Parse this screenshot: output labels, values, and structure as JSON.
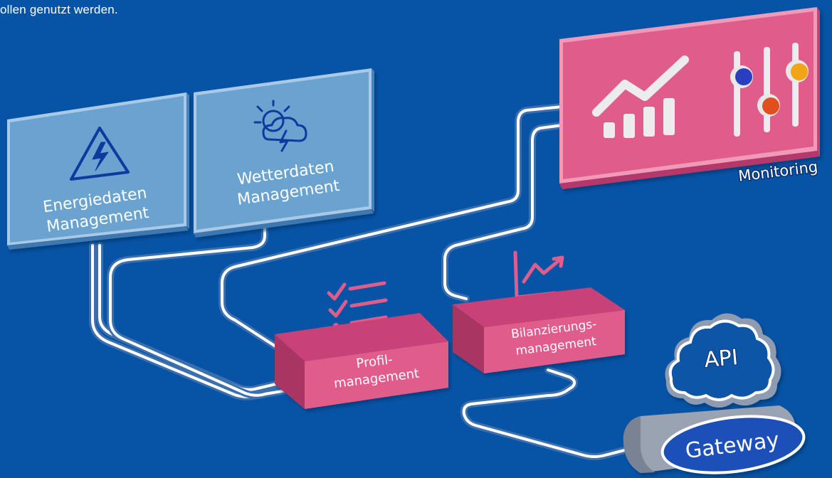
{
  "intro_text": "ollen genutzt werden.",
  "colors": {
    "background": "#0754a6",
    "panel_blue": "#6aa3d0",
    "panel_pink": "#e05c8a",
    "line": "#ffffff",
    "slider_blue": "#2a3fc0",
    "slider_red": "#e0501c",
    "slider_orange": "#f0a418",
    "gateway": "#1a4fb8"
  },
  "modules": {
    "energie": {
      "line1": "Energiedaten",
      "line2": "Management",
      "icon": "lightning-warning-icon"
    },
    "wetter": {
      "line1": "Wetterdaten",
      "line2": "Management",
      "icon": "weather-storm-icon"
    },
    "monitoring": {
      "label": "Monitoring",
      "icon": "chart-sliders-icon"
    },
    "profil": {
      "line1": "Profil-",
      "line2": "management",
      "icon": "checklist-icon"
    },
    "bilanz": {
      "line1": "Bilanzierungs-",
      "line2": "management",
      "icon": "trend-chart-icon"
    },
    "api": {
      "label": "API",
      "icon": "cloud-icon"
    },
    "gateway": {
      "label": "Gateway"
    }
  }
}
